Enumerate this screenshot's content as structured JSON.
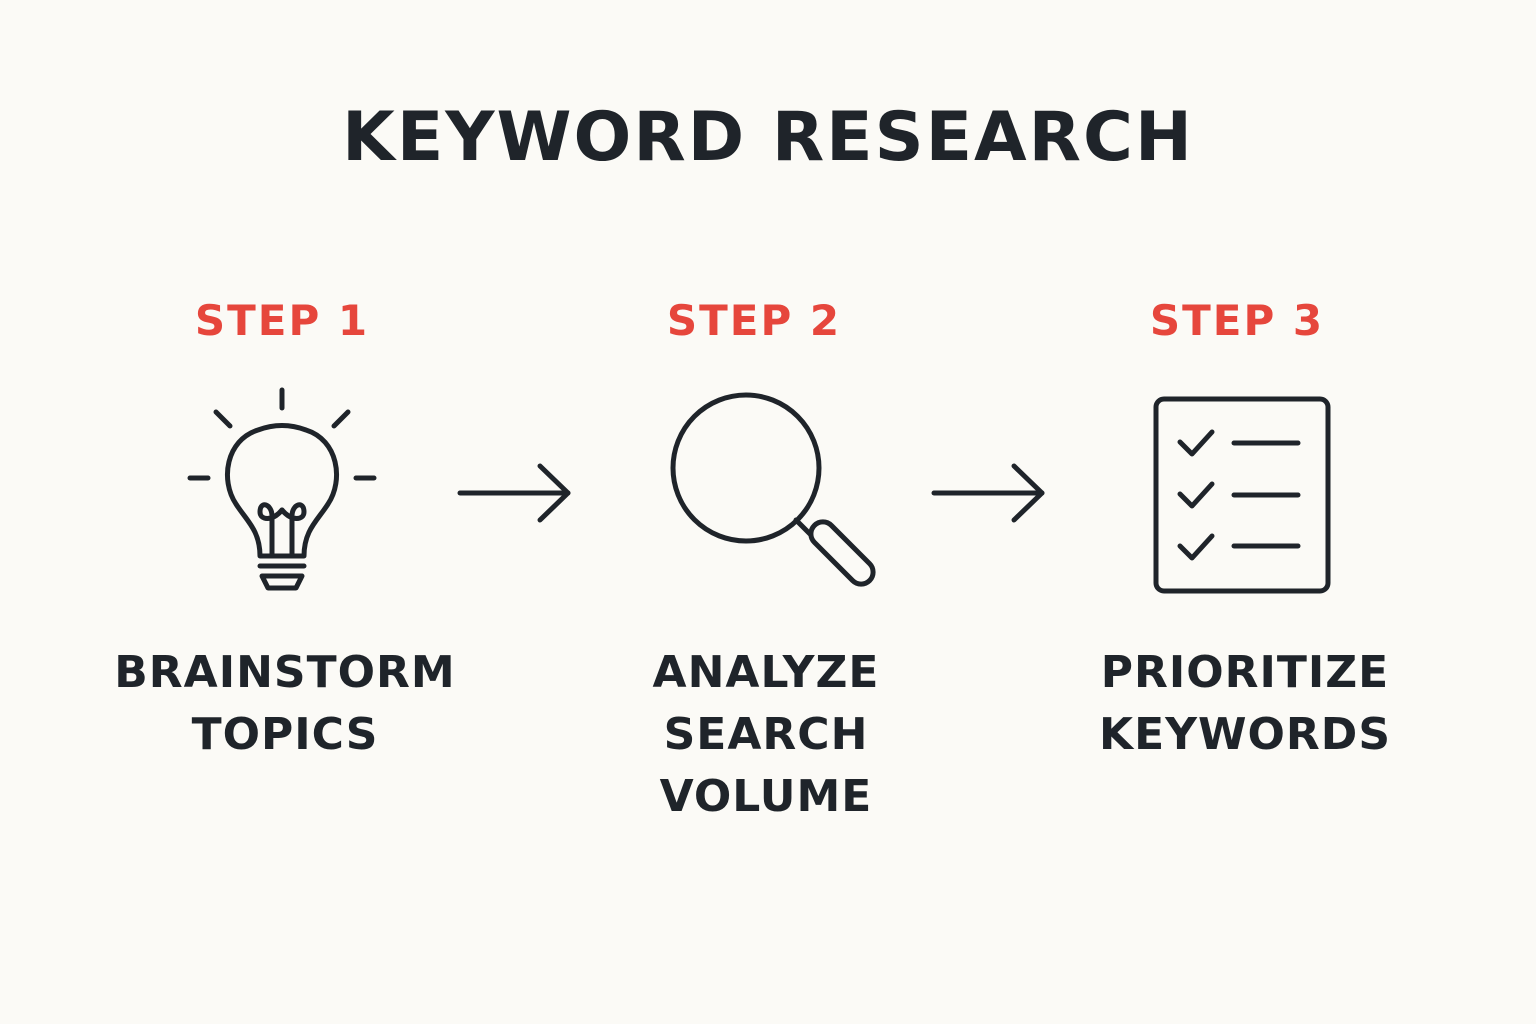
{
  "title": "KEYWORD RESEARCH",
  "colors": {
    "accent": "#e6463c",
    "ink": "#1f242a",
    "background": "#fbfaf6"
  },
  "steps": [
    {
      "label": "STEP 1",
      "icon": "lightbulb-icon",
      "lines": [
        "BRAINSTORM",
        "TOPICS"
      ]
    },
    {
      "label": "STEP 2",
      "icon": "magnifying-glass-icon",
      "lines": [
        "ANALYZE",
        "SEARCH",
        "VOLUME"
      ]
    },
    {
      "label": "STEP 3",
      "icon": "checklist-icon",
      "lines": [
        "PRIORITIZE",
        "KEYWORDS"
      ]
    }
  ]
}
